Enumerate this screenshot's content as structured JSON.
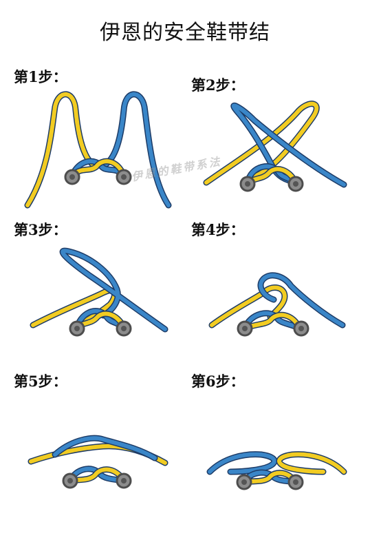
{
  "title": "伊恩的安全鞋带结",
  "steps": [
    {
      "label": "第1步："
    },
    {
      "label": "第2步："
    },
    {
      "label": "第3步："
    },
    {
      "label": "第4步："
    },
    {
      "label": "第5步："
    },
    {
      "label": "第6步："
    }
  ],
  "watermark": "伊恩的鞋带系法",
  "colors": {
    "yellow_lace": "#f2cc22",
    "blue_lace": "#3a86c8",
    "outline": "#1d3b66",
    "eyelet": "#8c8c8c",
    "eyelet_ring": "#4d4d4d"
  }
}
